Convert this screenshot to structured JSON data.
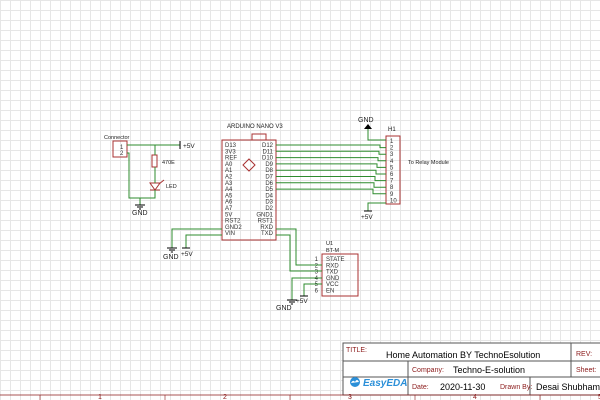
{
  "components": {
    "arduino": {
      "name": "ARDUINO NANO V3",
      "left_pins": [
        "D13",
        "3V3",
        "REF",
        "A0",
        "A1",
        "A2",
        "A3",
        "A4",
        "A5",
        "A6",
        "A7",
        "5V",
        "RST2",
        "GND2",
        "VIN"
      ],
      "right_pins": [
        "D12",
        "D11",
        "D10",
        "D9",
        "D8",
        "D7",
        "D6",
        "D5",
        "D4",
        "D3",
        "D2",
        "GND1",
        "RST1",
        "RXD",
        "TXD"
      ]
    },
    "connector": {
      "name": "Connector",
      "pins": [
        "1",
        "2"
      ]
    },
    "resistor": {
      "value": "470E"
    },
    "led": {
      "name": "LED"
    },
    "header": {
      "ref": "H1",
      "pins": [
        "1",
        "2",
        "3",
        "4",
        "5",
        "6",
        "7",
        "8",
        "9",
        "10"
      ],
      "note": "To Relay Module"
    },
    "bt": {
      "ref": "U1",
      "name": "BT-M",
      "pins": [
        "STATE",
        "RXD",
        "TXD",
        "GND",
        "VCC",
        "EN"
      ],
      "pin_numbers": [
        "1",
        "2",
        "3",
        "4",
        "5",
        "6"
      ]
    }
  },
  "net_labels": {
    "gnd": "GND",
    "plus5v": "+5V"
  },
  "title_block": {
    "title_label": "TITLE:",
    "title": "Home Automation BY TechnoEsolution",
    "rev_label": "REV:",
    "company_label": "Company:",
    "company": "Techno-E-solution",
    "sheet_label": "Sheet:",
    "date_label": "Date:",
    "date": "2020-11-30",
    "drawn_label": "Drawn By:",
    "drawn": "Desai Shubham",
    "logo_text": "EasyEDA"
  },
  "frame_numbers": [
    "1",
    "2",
    "3",
    "4",
    "5"
  ]
}
